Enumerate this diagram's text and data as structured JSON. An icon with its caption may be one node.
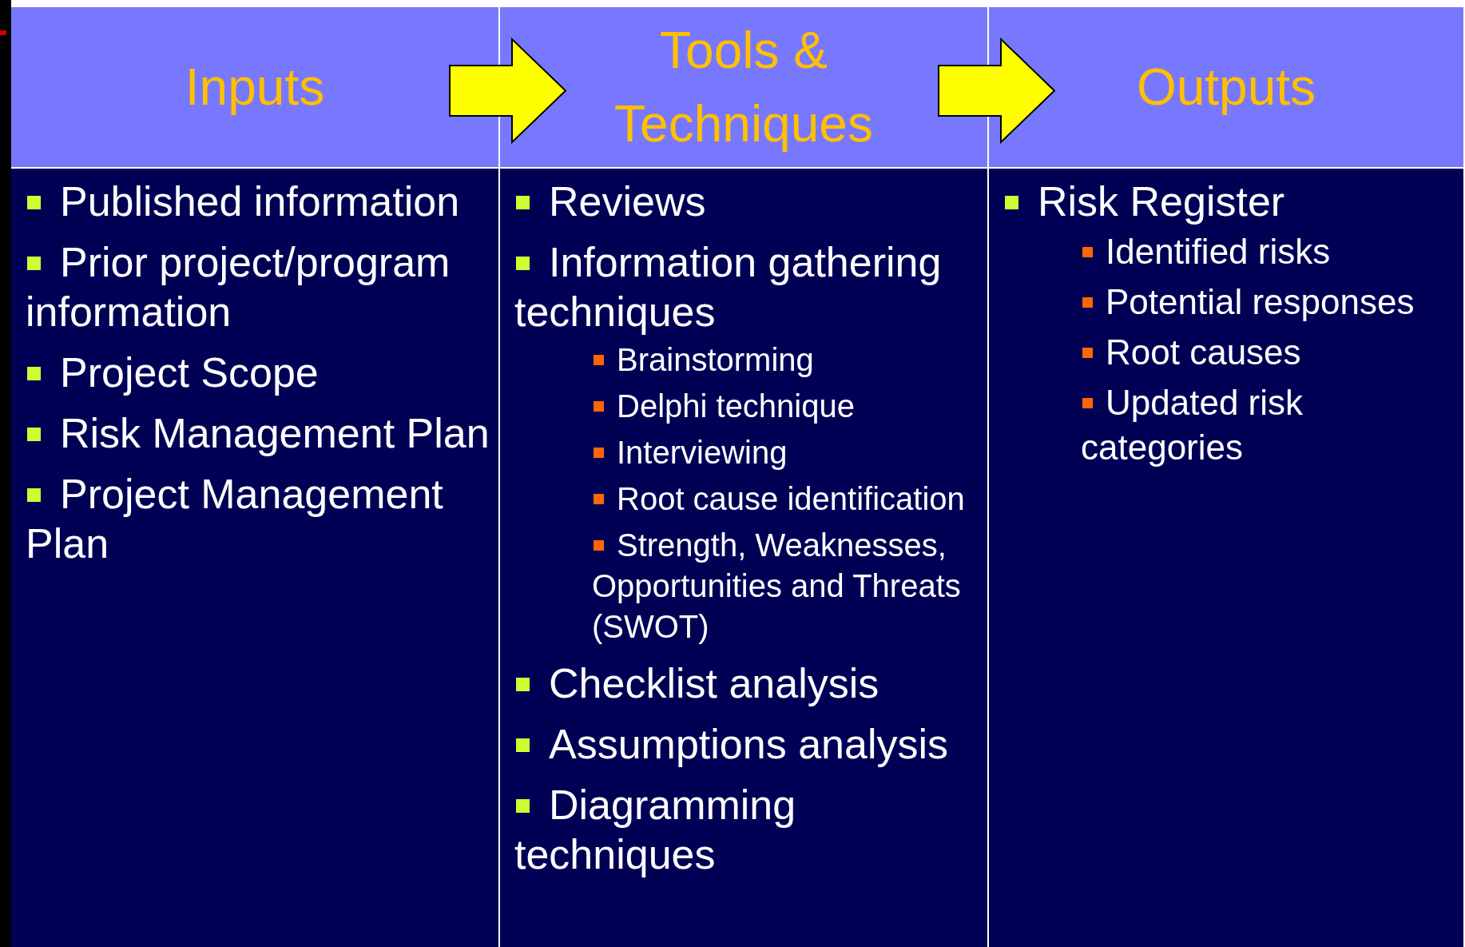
{
  "diagram": {
    "nodes": [
      {
        "text": [
          "Inputs"
        ]
      },
      {
        "text": [
          "Tools & Techniques"
        ]
      },
      {
        "text": [
          "Outputs"
        ]
      },
      {
        "text": [
          "Published information",
          "Prior project/program information",
          "Project Scope",
          "Risk Management Plan",
          "Project Management Plan"
        ]
      },
      {
        "text": [
          "Reviews",
          "Information gathering techniques",
          "Brainstorming",
          "Delphi technique",
          "Interviewing",
          "Root cause identification",
          "Strength, Weaknesses, Opportunities and Threats (SWOT)",
          "Checklist analysis",
          "Assumptions analysis",
          "Diagramming techniques"
        ]
      },
      {
        "text": [
          "Risk Register",
          "Identified risks",
          "Potential responses",
          "Root causes",
          "Updated risk categories"
        ]
      }
    ],
    "edges": [
      {
        "from": 0,
        "to": 1,
        "arrow": "to",
        "style": "thick"
      },
      {
        "from": 1,
        "to": 2,
        "arrow": "to",
        "style": "thick"
      }
    ]
  }
}
